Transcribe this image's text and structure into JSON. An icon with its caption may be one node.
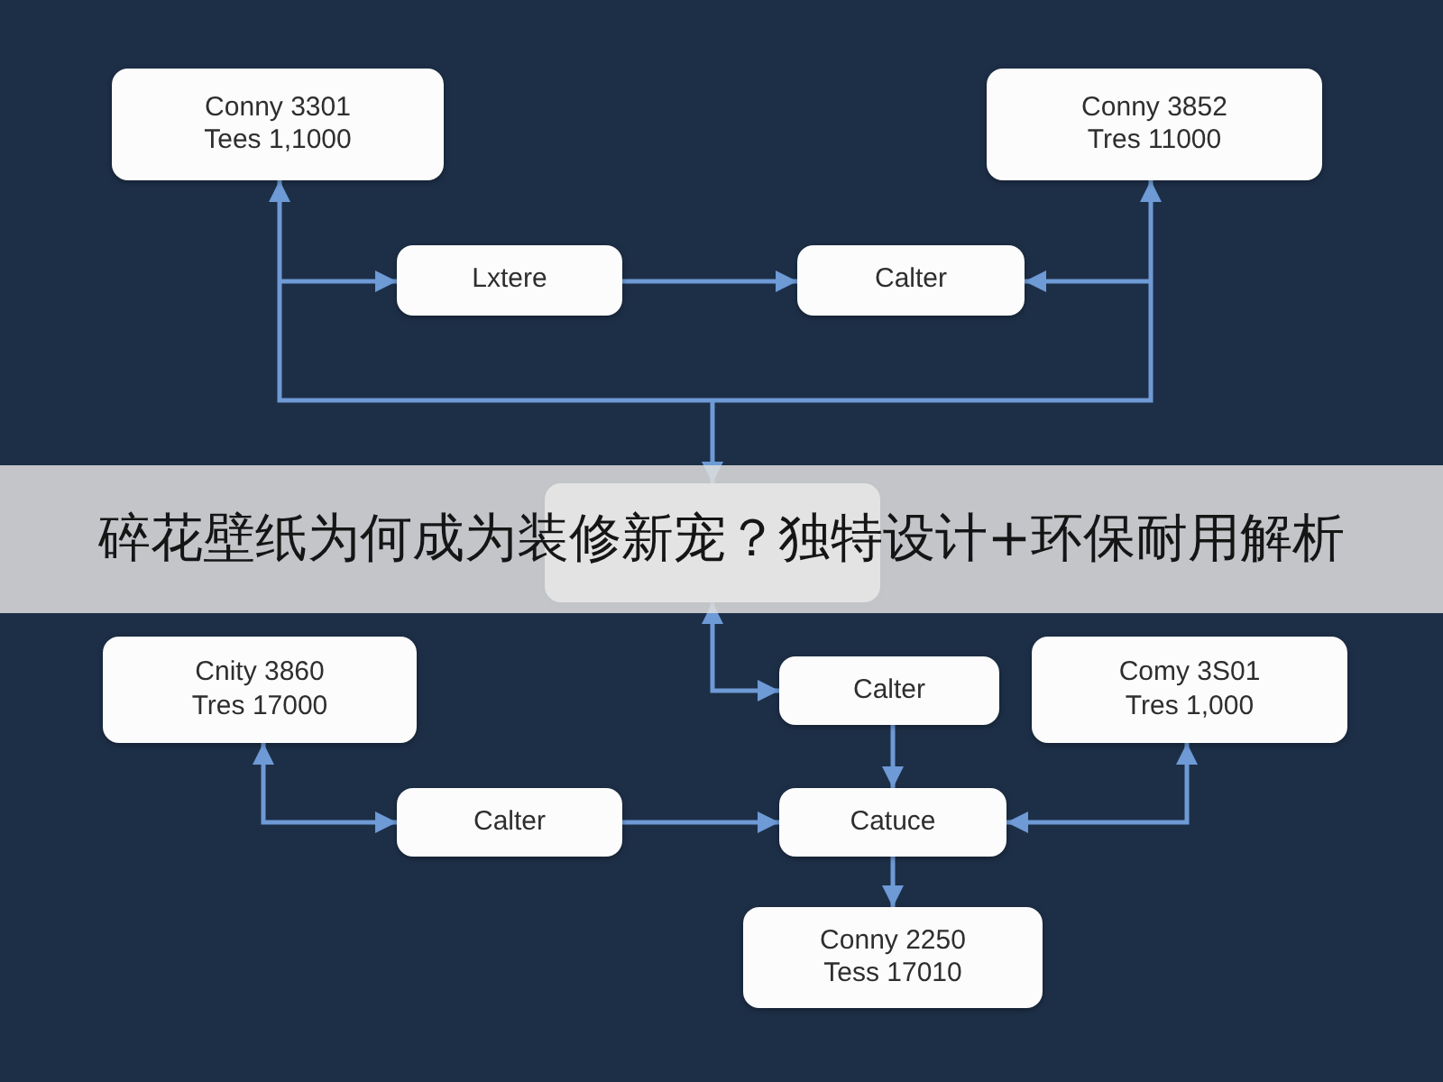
{
  "diagram": {
    "title": "碎花壁纸为何成为装修新宠？独特设计+环保耐用解析",
    "nodes": [
      {
        "text": [
          "Conny 3301",
          "Tees 1,1000"
        ]
      },
      {
        "text": [
          "Conny 3852",
          "Tres 11000"
        ]
      },
      {
        "text": [
          "Lxtere"
        ]
      },
      {
        "text": [
          "Calter"
        ]
      },
      {
        "text": [],
        "shape": "box"
      },
      {
        "text": [
          "Cnity 3860",
          "Tres 17000"
        ]
      },
      {
        "text": [
          "Calter"
        ]
      },
      {
        "text": [
          "Comy 3S01",
          "Tres 1,000"
        ]
      },
      {
        "text": [
          "Calter"
        ]
      },
      {
        "text": [
          "Catuce"
        ]
      },
      {
        "text": [
          "Conny 2250",
          "Tess 17010"
        ]
      }
    ],
    "edges": [
      {
        "from": null,
        "to": 0,
        "arrow": "to"
      },
      {
        "from": null,
        "to": 2,
        "arrow": "to"
      },
      {
        "from": 2,
        "to": 3,
        "arrow": "to"
      },
      {
        "from": null,
        "to": 1,
        "arrow": "to"
      },
      {
        "from": null,
        "to": 3,
        "arrow": "to"
      },
      {
        "from": null,
        "to": 4,
        "arrow": "to"
      },
      {
        "from": 4,
        "to": 6,
        "arrow": "both"
      },
      {
        "from": 5,
        "to": 8,
        "arrow": "both"
      },
      {
        "from": 8,
        "to": 9,
        "arrow": "to"
      },
      {
        "from": 6,
        "to": 9,
        "arrow": "to"
      },
      {
        "from": 9,
        "to": 7,
        "arrow": "both"
      },
      {
        "from": 9,
        "to": 10,
        "arrow": "to"
      }
    ]
  }
}
